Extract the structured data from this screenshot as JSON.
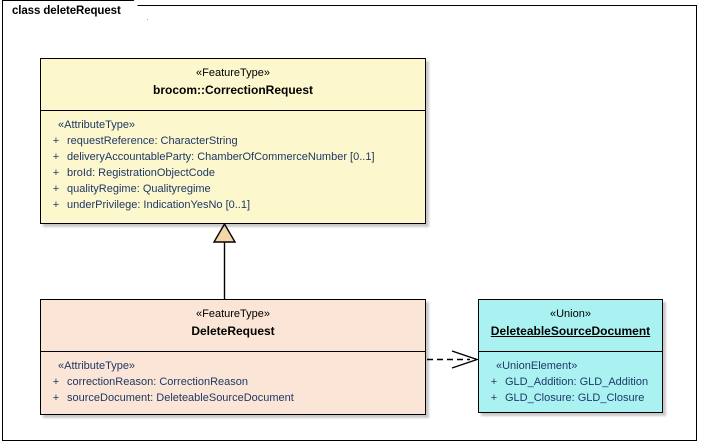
{
  "diagram": {
    "tab_label": "class deleteRequest",
    "background": "#ffffff",
    "border_color": "#000000"
  },
  "classes": [
    {
      "id": "correctionrequest",
      "stereotype": "«FeatureType»",
      "name": "brocom::CorrectionRequest",
      "name_underlined": false,
      "fill": "#fdf7ce",
      "compartment_label": "«AttributeType»",
      "attributes": [
        {
          "visibility": "+",
          "text": "requestReference: CharacterString"
        },
        {
          "visibility": "+",
          "text": "deliveryAccountableParty: ChamberOfCommerceNumber [0..1]"
        },
        {
          "visibility": "+",
          "text": "broId: RegistrationObjectCode"
        },
        {
          "visibility": "+",
          "text": "qualityRegime: Qualityregime"
        },
        {
          "visibility": "+",
          "text": "underPrivilege: IndicationYesNo [0..1]"
        }
      ]
    },
    {
      "id": "deleterequest",
      "stereotype": "«FeatureType»",
      "name": "DeleteRequest",
      "name_underlined": false,
      "fill": "#fbe5d6",
      "compartment_label": "«AttributeType»",
      "attributes": [
        {
          "visibility": "+",
          "text": "correctionReason: CorrectionReason"
        },
        {
          "visibility": "+",
          "text": "sourceDocument: DeleteableSourceDocument"
        }
      ]
    },
    {
      "id": "deleteablesourcedocument",
      "stereotype": "«Union»",
      "name": "DeleteableSourceDocument",
      "name_underlined": true,
      "fill": "#aaf2f2",
      "compartment_label": "«UnionElement»",
      "attributes": [
        {
          "visibility": "+",
          "text": "GLD_Addition: GLD_Addition"
        },
        {
          "visibility": "+",
          "text": "GLD_Closure: GLD_Closure"
        }
      ]
    }
  ],
  "connectors": [
    {
      "id": "generalization",
      "kind": "generalization",
      "from": "DeleteRequest",
      "to": "brocom::CorrectionRequest",
      "line_style": "solid",
      "arrow": "hollow-triangle",
      "arrow_fill": "#f5d6a8"
    },
    {
      "id": "dependency",
      "kind": "dependency",
      "from": "DeleteRequest",
      "to": "DeleteableSourceDocument",
      "line_style": "dashed",
      "arrow": "open-arrow"
    }
  ]
}
